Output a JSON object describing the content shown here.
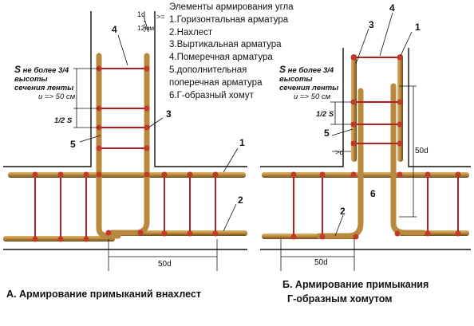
{
  "legend": {
    "title": "Элементы армирования угла",
    "items": [
      "1.Горизонтальная арматура",
      "2.Нахлест",
      "3.Выртикальная арматура",
      "4.Померечная арматура",
      "5.дополнительная",
      "поперечная арматура",
      "6.Г-образный хомут"
    ]
  },
  "captions": {
    "a": "А. Армирование примыканий внахлест",
    "b_line1": "Б. Армирование примыкания",
    "b_line2": "Г-образным хомутом"
  },
  "notes": {
    "s_rule_s": "S",
    "s_rule_rest1": " не более 3/4",
    "s_rule_line2": "высоты",
    "s_rule_line3": "сечения ленты",
    "s_rule_line4": "u => 50 см",
    "half_s": "1/2 S",
    "one_d": "1d",
    "ge": ">=",
    "twelve_mm": "12мм",
    "fifty_d": "50d",
    "gt_d": ">d"
  },
  "labels": {
    "n1": "1",
    "n2": "2",
    "n3": "3",
    "n4": "4",
    "n5": "5",
    "n6": "6"
  },
  "colors": {
    "rebar": "#b98a3e",
    "rebar_dark": "#7a5524",
    "stirrup": "#b21f1f",
    "dot": "#c0392b",
    "outline": "#111111"
  }
}
